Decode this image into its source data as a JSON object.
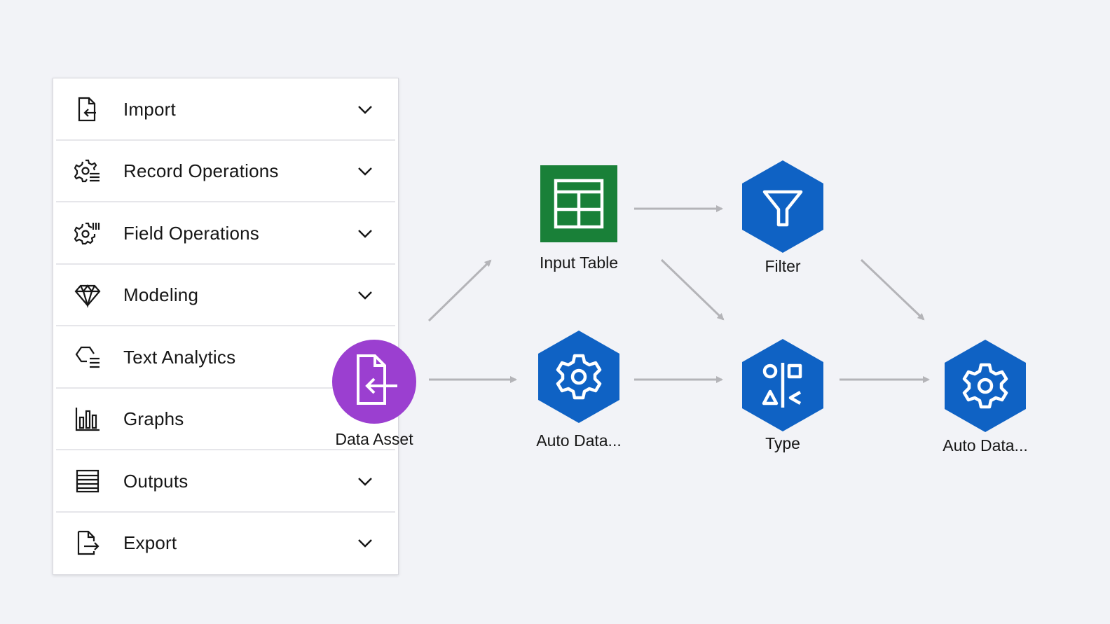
{
  "palette": {
    "items": [
      {
        "label": "Import",
        "icon": "import-icon",
        "has_chevron": true
      },
      {
        "label": "Record Operations",
        "icon": "record-operations-icon",
        "has_chevron": true
      },
      {
        "label": "Field Operations",
        "icon": "field-operations-icon",
        "has_chevron": true
      },
      {
        "label": "Modeling",
        "icon": "modeling-icon",
        "has_chevron": true
      },
      {
        "label": "Text Analytics",
        "icon": "text-analytics-icon",
        "has_chevron": false
      },
      {
        "label": "Graphs",
        "icon": "graphs-icon",
        "has_chevron": false
      },
      {
        "label": "Outputs",
        "icon": "outputs-icon",
        "has_chevron": true
      },
      {
        "label": "Export",
        "icon": "export-icon",
        "has_chevron": true
      }
    ]
  },
  "flow": {
    "nodes": {
      "data_asset": {
        "label": "Data Asset",
        "icon": "data-asset-icon",
        "color": "#9b3fd0"
      },
      "input_table": {
        "label": "Input Table",
        "icon": "table-icon",
        "color": "#198038"
      },
      "filter": {
        "label": "Filter",
        "icon": "filter-icon",
        "color": "#0f62c4"
      },
      "auto_data_1": {
        "label": "Auto Data...",
        "icon": "gear-icon",
        "color": "#0f62c4"
      },
      "type": {
        "label": "Type",
        "icon": "type-icon",
        "color": "#0f62c4"
      },
      "auto_data_2": {
        "label": "Auto Data...",
        "icon": "gear-icon",
        "color": "#0f62c4"
      }
    }
  },
  "colors": {
    "background": "#f2f3f7",
    "arrow": "#b4b4b8",
    "text": "#161616"
  }
}
